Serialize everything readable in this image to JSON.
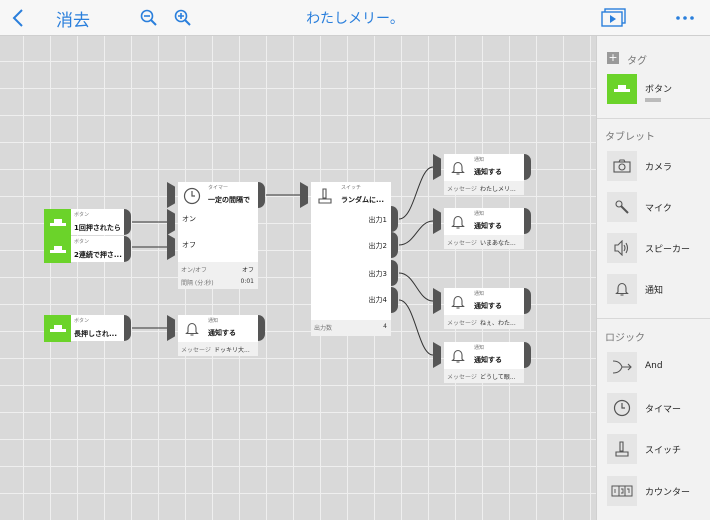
{
  "toolbar": {
    "delete_label": "消去",
    "title": "わたしメリー。"
  },
  "canvas": {
    "buttons": [
      {
        "type": "ボタン",
        "label": "1回押されたら"
      },
      {
        "type": "ボタン",
        "label": "2連続で押さ..."
      },
      {
        "type": "ボタン",
        "label": "長押しされ..."
      }
    ],
    "timer": {
      "type": "タイマー",
      "label": "一定の間隔で",
      "on": "オン",
      "off": "オフ",
      "fields": [
        {
          "key": "オン/オフ",
          "value": "オフ"
        },
        {
          "key": "間隔 (分:秒)",
          "value": "0:01"
        }
      ]
    },
    "switch": {
      "type": "スイッチ",
      "label": "ランダムに...",
      "outputs": [
        "出力1",
        "出力2",
        "出力3",
        "出力4"
      ],
      "count_key": "出力数",
      "count_value": "4"
    },
    "notifications": [
      {
        "type": "通知",
        "label": "通知する",
        "msg_key": "メッセージ",
        "msg": "わたしメリ..."
      },
      {
        "type": "通知",
        "label": "通知する",
        "msg_key": "メッセージ",
        "msg": "いまあなた..."
      },
      {
        "type": "通知",
        "label": "通知する",
        "msg_key": "メッセージ",
        "msg": "ねぇ、わた..."
      },
      {
        "type": "通知",
        "label": "通知する",
        "msg_key": "メッセージ",
        "msg": "どうして眼..."
      },
      {
        "type": "通知",
        "label": "通知する",
        "msg_key": "メッセージ",
        "msg": "ドッキリ大..."
      }
    ]
  },
  "sidebar": {
    "tag_section": "タグ",
    "tag_item": "ボタン",
    "tablet_section": "タブレット",
    "tablet_items": [
      "カメラ",
      "マイク",
      "スピーカー",
      "通知"
    ],
    "logic_section": "ロジック",
    "logic_items": [
      "And",
      "タイマー",
      "スイッチ",
      "カウンター"
    ]
  },
  "colors": {
    "accent": "#2a7fdc",
    "button_green": "#6bd32a",
    "port": "#555555"
  }
}
